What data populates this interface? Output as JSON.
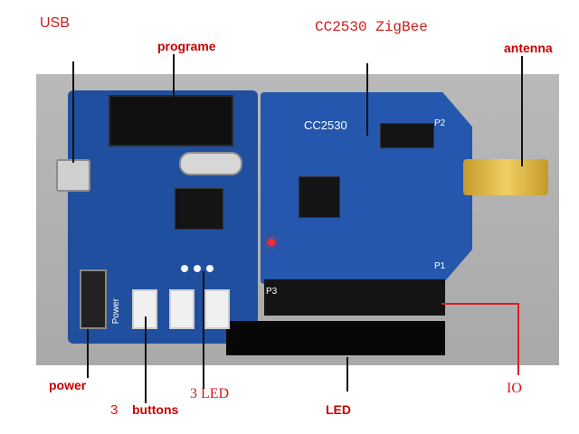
{
  "labels": {
    "usb": "USB",
    "programe": "programe",
    "cc2530_zigbee": "CC2530 ZigBee",
    "antenna": "antenna",
    "power": "power",
    "buttons_left": "3",
    "buttons_word": "buttons",
    "three_led": "3  LED",
    "led": "LED",
    "io": "IO"
  },
  "board_text": {
    "module_name": "CC2530",
    "silk_power": "Power",
    "p1": "P1",
    "p2": "P2",
    "p3": "P3"
  },
  "colors": {
    "board_blue": "#1f4f9e",
    "module_blue": "#2457ad",
    "label_red": "#d11a1a",
    "pointer_black": "#111111",
    "pointer_red": "#d91f1f",
    "led_red": "#ff2b2b"
  }
}
